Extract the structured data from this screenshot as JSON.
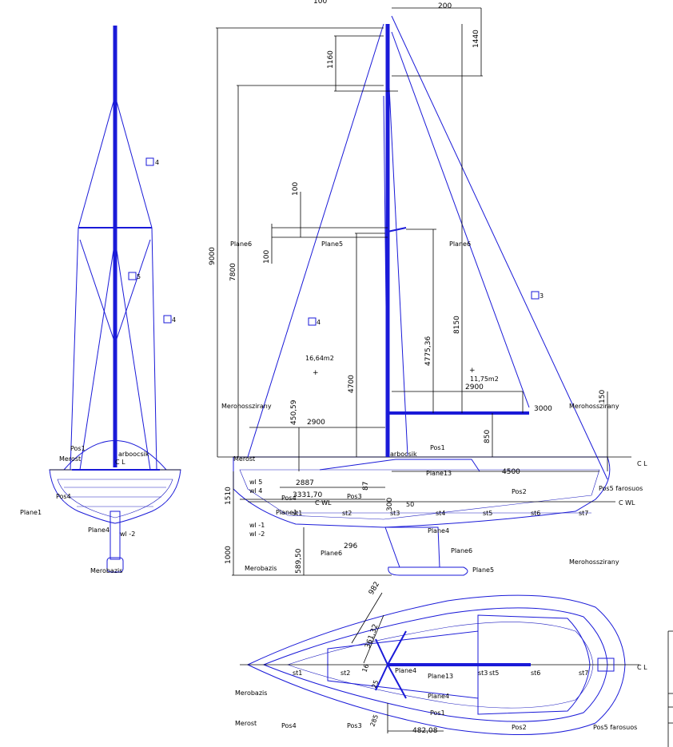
{
  "colors": {
    "line": "#1a1ad8",
    "dim": "#000000",
    "background": "#ffffff"
  },
  "front_view": {
    "labels": {
      "plane1": "Plane1",
      "pos1": "Pos1",
      "merost": "Merost",
      "cl": "C L",
      "arboocsik": "arboocsik",
      "plane4": "Plane4",
      "merobazis": "Merobazis",
      "pos4": "Pos4",
      "tag4a": "4",
      "tag5": "5",
      "tag4b": "4",
      "wl": "wl -2"
    }
  },
  "side_view": {
    "dims": {
      "d100_top": "100",
      "d200": "200",
      "d1440": "1440",
      "d1160": "1160",
      "d9000": "9000",
      "d7800": "7800",
      "d100a": "100",
      "d100b": "100",
      "d8150": "8150",
      "d4775": "4775,36",
      "d4700": "4700",
      "d450": "450,59",
      "d2900a": "2900",
      "d2900b": "2900",
      "d3000": "3000",
      "d850": "850",
      "d150": "150",
      "d4500": "4500",
      "d2887": "2887",
      "d3331": "3331,70",
      "d87": "87",
      "d1510": "1510",
      "d1000": "1000",
      "d589": "589,50",
      "d296": "296",
      "d300": "300",
      "d50": "50"
    },
    "labels": {
      "plane5": "Plane5",
      "plane6": "Plane6",
      "planes": "Plane6",
      "merohossz": "Merohosszirany",
      "merohossz2": "Merohosszirany",
      "merohossz3": "Merohosszirany",
      "area1": "16,64m2",
      "area2": "11,75m2",
      "tag4": "4",
      "tag3": "3",
      "pos1": "Pos1",
      "merost": "Merost",
      "arbocsik": "arbocsik",
      "cl": "C L",
      "cwl": "C WL",
      "cwl2": "C WL",
      "plane13": "Plane13",
      "pos2": "Pos2",
      "pos3": "Pos3",
      "pos4": "Pos4",
      "pos5": "Pos5 farosuos",
      "plane1": "Plane1",
      "plane4": "Plane4",
      "plane6b": "Plane6",
      "plane5b": "Plane5",
      "plane6c": "Plane6",
      "merobazis": "Merobazis",
      "st1": "st1",
      "st2": "st2",
      "st3": "st3",
      "st4": "st4",
      "st5": "st5",
      "st6": "st6",
      "st7": "st7",
      "wl_5": "wl 5",
      "wl_4": "wl 4",
      "wl_1": "wl -1",
      "wl_2": "wl -2"
    }
  },
  "plan_view": {
    "dims": {
      "d982": "982",
      "d361": "361,32",
      "d482": "482,08",
      "d16": "16",
      "d25": "25",
      "d285": "285"
    },
    "labels": {
      "cl": "C L",
      "merobazis": "Merobazis",
      "merost": "Merost",
      "pos4": "Pos4",
      "pos3": "Pos3",
      "pos1": "Pos1",
      "pos2": "Pos2",
      "pos5": "Pos5 farosuos",
      "plane4": "Plane4",
      "plane13": "Plane13",
      "plane4b": "Plane4",
      "st1": "st1",
      "st2": "st2",
      "st3": "st3",
      "st5": "st5",
      "st6": "st6",
      "st7": "st7"
    }
  }
}
